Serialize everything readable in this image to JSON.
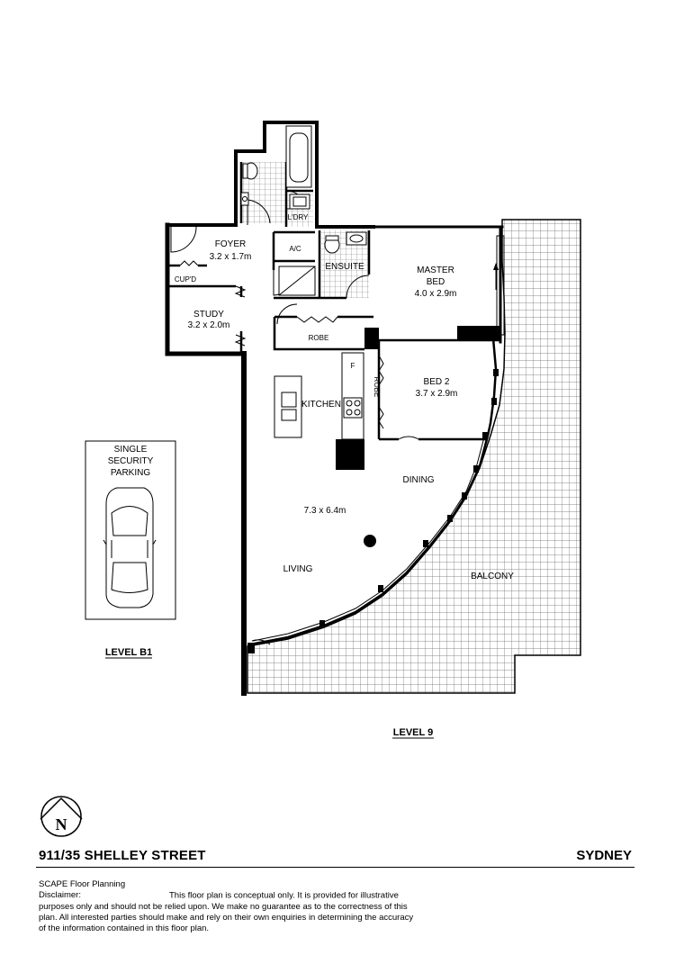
{
  "rooms": {
    "foyer": {
      "name": "FOYER",
      "size": "3.2 x 1.7m"
    },
    "cupd": "CUP'D",
    "study": {
      "name": "STUDY",
      "size": "3.2 x 2.0m"
    },
    "ac": "A/C",
    "ldry": "L'DRY",
    "ensuite": "ENSUITE",
    "master": {
      "name_line1": "MASTER",
      "name_line2": "BED",
      "size": "4.0 x 2.9m"
    },
    "robe_main": "ROBE",
    "robe_bed2": "ROBE",
    "fridge": "F",
    "kitchen": "KITCHEN",
    "bed2": {
      "name": "BED 2",
      "size": "3.7 x 2.9m"
    },
    "dining": "DINING",
    "living_size": "7.3 x 6.4m",
    "living": "LIVING",
    "balcony": "BALCONY"
  },
  "parking": {
    "line1": "SINGLE",
    "line2": "SECURITY",
    "line3": "PARKING",
    "level": "LEVEL B1"
  },
  "level_main": "LEVEL 9",
  "compass_letter": "N",
  "footer": {
    "address": "911/35 SHELLEY STREET",
    "city": "SYDNEY",
    "disclaimer_label": "SCAPE Floor Planning Disclaimer:",
    "disclaimer_text_1": "This floor plan is conceptual only. It is provided for illustrative",
    "disclaimer_text_2": "purposes only and should not be relied upon. We make no guarantee as to the correctness of this",
    "disclaimer_text_3": "plan. All interested parties should make and rely on their own enquiries in determining the accuracy",
    "disclaimer_text_4": "of the information contained in this floor plan."
  }
}
